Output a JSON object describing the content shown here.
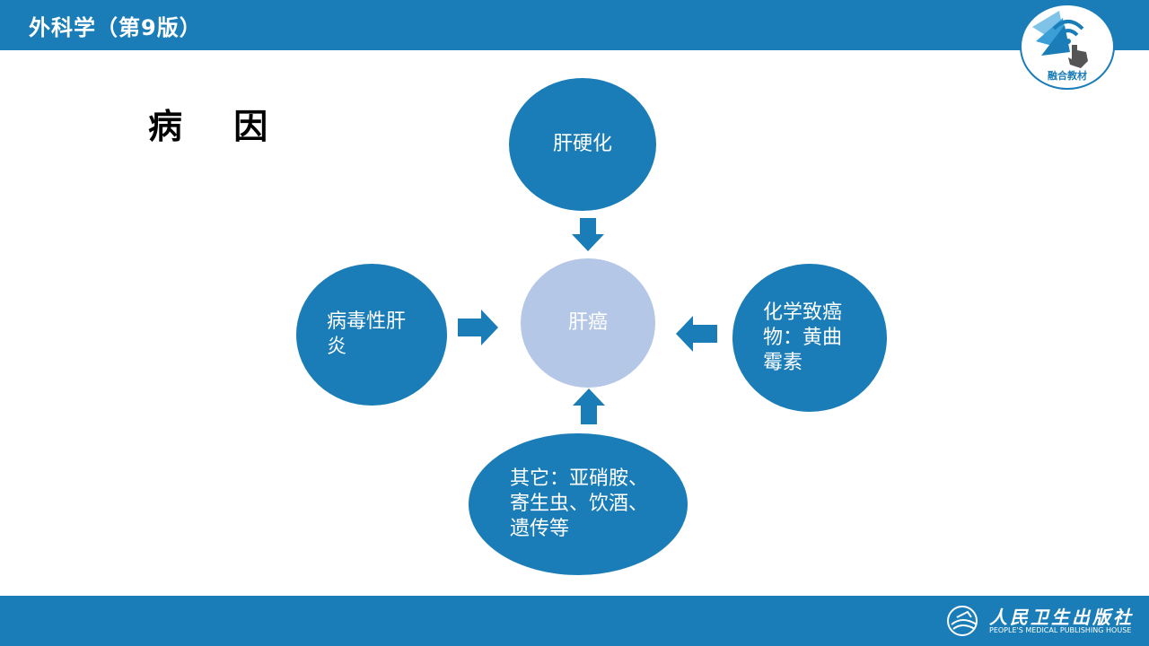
{
  "header": {
    "title": "外科学（第9版）",
    "badge_label": "融合教材"
  },
  "slide": {
    "section_title": "病 因"
  },
  "diagram": {
    "center": "肝癌",
    "top": "肝硬化",
    "left_lines": [
      "病毒性肝",
      "炎"
    ],
    "right_lines": [
      "化学致癌",
      "物：黄曲",
      "霉素"
    ],
    "bottom_lines": [
      "其它：亚硝胺、",
      "寄生虫、饮酒、",
      "遗传等"
    ]
  },
  "footer": {
    "publisher_cn": "人民卫生出版社",
    "publisher_en": "PEOPLE'S MEDICAL PUBLISHING HOUSE"
  },
  "colors": {
    "primary": "#1a7db8",
    "center": "#b4c7e7",
    "text_on_primary": "#ffffff"
  }
}
